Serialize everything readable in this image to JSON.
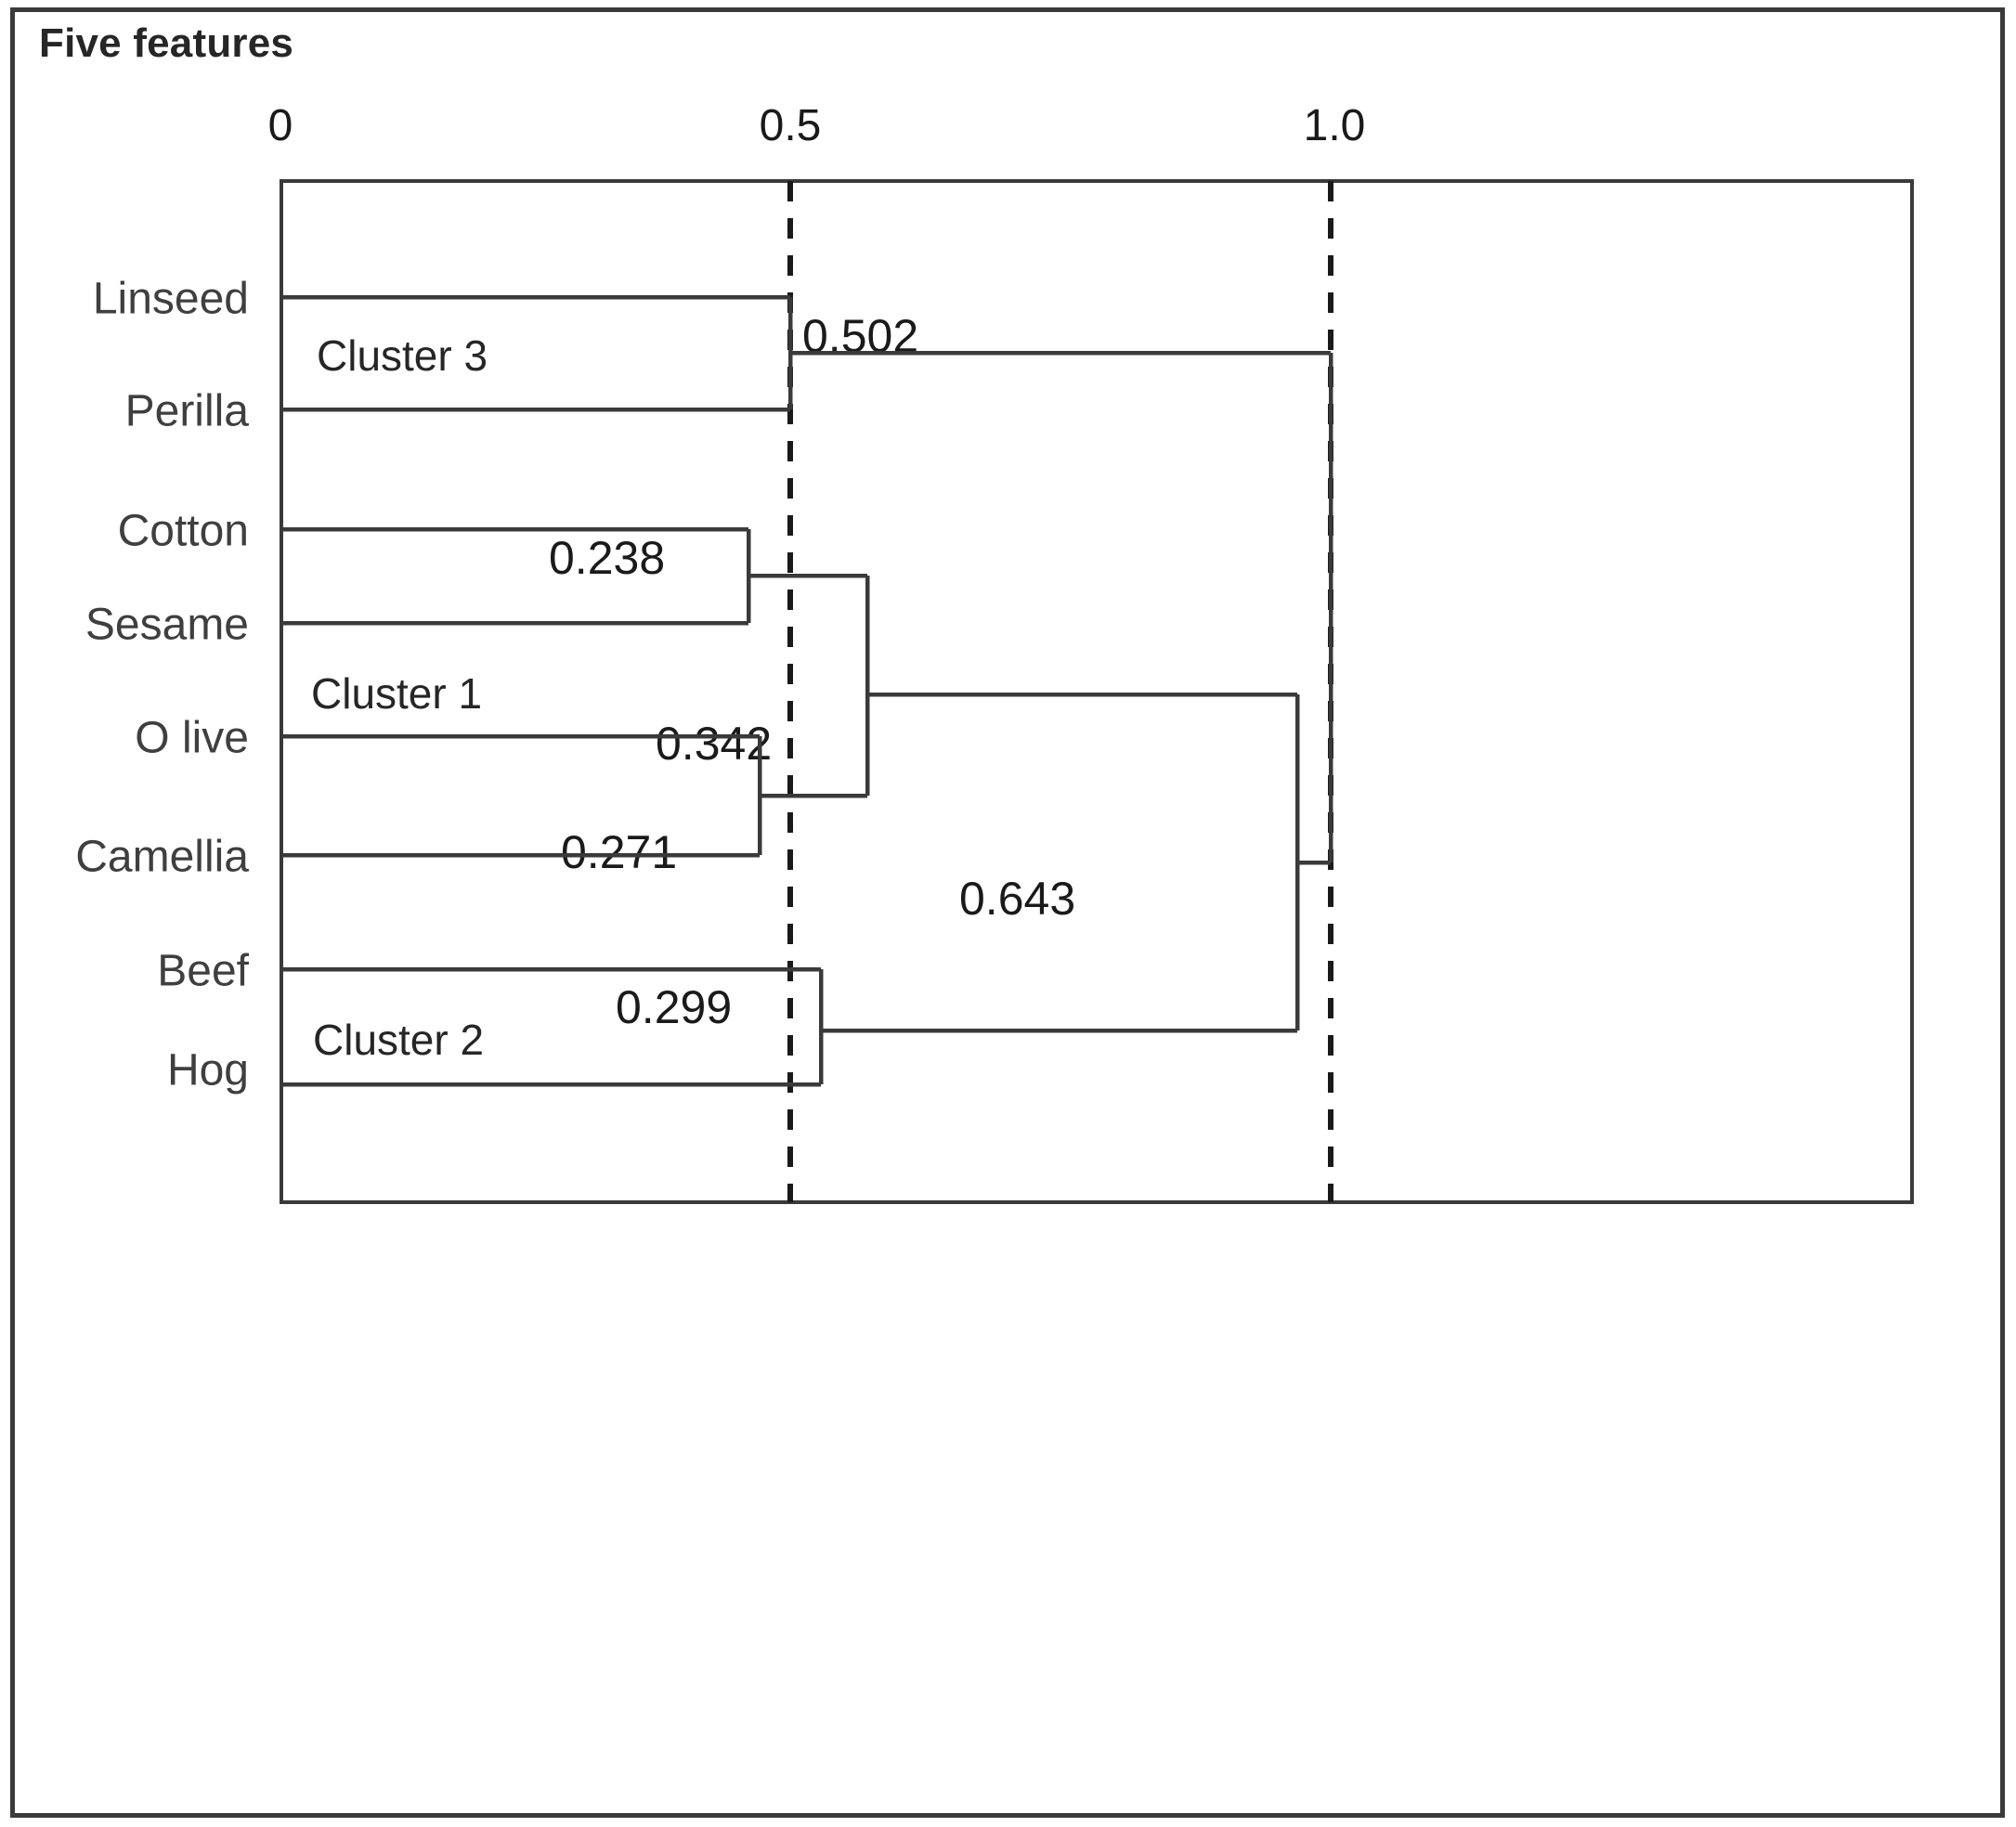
{
  "title": "Five features",
  "axis": {
    "ticks": [
      {
        "label": "0",
        "value": 0
      },
      {
        "label": "0.5",
        "value": 0.5
      },
      {
        "label": "1.0",
        "value": 1.0
      }
    ]
  },
  "leaves": [
    {
      "label": "Linseed"
    },
    {
      "label": "Perilla"
    },
    {
      "label": "Cotton"
    },
    {
      "label": "Sesame"
    },
    {
      "label": "O live"
    },
    {
      "label": "Camellia"
    },
    {
      "label": "Beef"
    },
    {
      "label": "Hog"
    }
  ],
  "clusters": [
    {
      "label": "Cluster 3"
    },
    {
      "label": "Cluster 1"
    },
    {
      "label": "Cluster 2"
    }
  ],
  "merges": [
    {
      "label": "0.238"
    },
    {
      "label": "0.271"
    },
    {
      "label": "0.299"
    },
    {
      "label": "0.342"
    },
    {
      "label": "0.502"
    },
    {
      "label": "0.643"
    }
  ],
  "colors": {
    "line": "#3a3a3a",
    "text": "#262626",
    "leaf_text": "#3f3f3f",
    "background": "#ffffff"
  },
  "chart_data": {
    "type": "dendrogram",
    "title": "Five features",
    "xlabel": "",
    "ylabel": "",
    "xlim": [
      0,
      1.0
    ],
    "xticks": [
      0,
      0.5,
      1.0
    ],
    "xticklabels": [
      "0",
      "0.5",
      "1.0"
    ],
    "grid": false,
    "legend": "none",
    "gridlines_dashed_at": [
      0.5,
      1.0
    ],
    "leaf_order": [
      "Linseed",
      "Perilla",
      "Cotton",
      "Sesame",
      "O live",
      "Camellia",
      "Beef",
      "Hog"
    ],
    "cluster_assignments": {
      "Cluster 3": [
        "Linseed",
        "Perilla"
      ],
      "Cluster 1": [
        "Cotton",
        "Sesame",
        "O live",
        "Camellia"
      ],
      "Cluster 2": [
        "Beef",
        "Hog"
      ]
    },
    "merge_nodes": [
      {
        "id": "n1",
        "label": "0.238",
        "distance": 0.238,
        "children": [
          "Cotton",
          "Sesame"
        ]
      },
      {
        "id": "n2",
        "label": "0.271",
        "distance": 0.271,
        "children": [
          "O live",
          "Camellia"
        ]
      },
      {
        "id": "n3",
        "label": "0.299",
        "distance": 0.299,
        "children": [
          "Beef",
          "Hog"
        ]
      },
      {
        "id": "n4",
        "label": "0.342",
        "distance": 0.342,
        "children": [
          "n1",
          "n2"
        ]
      },
      {
        "id": "n5",
        "label": "0.502",
        "distance": 0.502,
        "children": [
          "Linseed",
          "Perilla"
        ]
      },
      {
        "id": "n6",
        "label": "0.643",
        "distance": 0.643,
        "children": [
          "n4",
          "n3"
        ]
      },
      {
        "id": "root",
        "label": "",
        "distance": 1.0,
        "children": [
          "n5",
          "n6"
        ]
      }
    ]
  }
}
